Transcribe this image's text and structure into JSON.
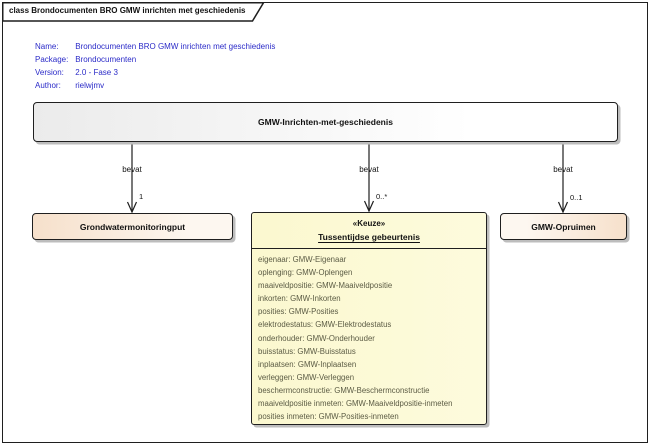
{
  "diagram": {
    "tab_label": "class Brondocumenten BRO GMW inrichten met geschiedenis"
  },
  "metadata": {
    "rows": [
      {
        "label": "Name:",
        "value": "Brondocumenten BRO GMW inrichten met geschiedenis"
      },
      {
        "label": "Package:",
        "value": "Brondocumenten"
      },
      {
        "label": "Version:",
        "value": "2.0 - Fase 3"
      },
      {
        "label": "Author:",
        "value": "rielwjmv"
      }
    ]
  },
  "nodes": {
    "parent": {
      "title": "GMW-Inrichten-met-geschiedenis"
    },
    "put": {
      "title": "Grondwatermonitoringput"
    },
    "opruimen": {
      "title": "GMW-Opruimen"
    },
    "keuze": {
      "stereotype": "«Keuze»",
      "title": "Tussentijdse gebeurtenis",
      "attributes": [
        "eigenaar: GMW-Eigenaar",
        "oplenging: GMW-Oplengen",
        "maaiveldpositie: GMW-Maaiveldpositie",
        "inkorten: GMW-Inkorten",
        "posities: GMW-Posities",
        "elektrodestatus: GMW-Elektrodestatus",
        "onderhouder: GMW-Onderhouder",
        "buisstatus: GMW-Buisstatus",
        "inplaatsen: GMW-Inplaatsen",
        "verleggen: GMW-Verleggen",
        "beschermconstructie: GMW-Beschermconstructie",
        "maaiveldpositie inmeten: GMW-Maaiveldpositie-inmeten",
        "posities inmeten: GMW-Posities-inmeten"
      ]
    }
  },
  "relations": [
    {
      "label": "bevat",
      "multiplicity": "1"
    },
    {
      "label": "bevat",
      "multiplicity": "0..*"
    },
    {
      "label": "bevat",
      "multiplicity": "0..1"
    }
  ],
  "colors": {
    "frame-border": "#1f1f1f",
    "node-border": "#1f1f1f",
    "metadata-text": "#2b2bc8",
    "parent-fill-left": "#ebebeb",
    "parent-fill-right": "#ffffff",
    "peach-fill-left": "#f6e0cb",
    "peach-fill-right": "#fdf7f0",
    "keuze-fill-left": "#fbf8cf",
    "keuze-fill-right": "#fdfbdd",
    "attribute-text": "#5c5c45",
    "shadow": "#bdbdbd"
  }
}
